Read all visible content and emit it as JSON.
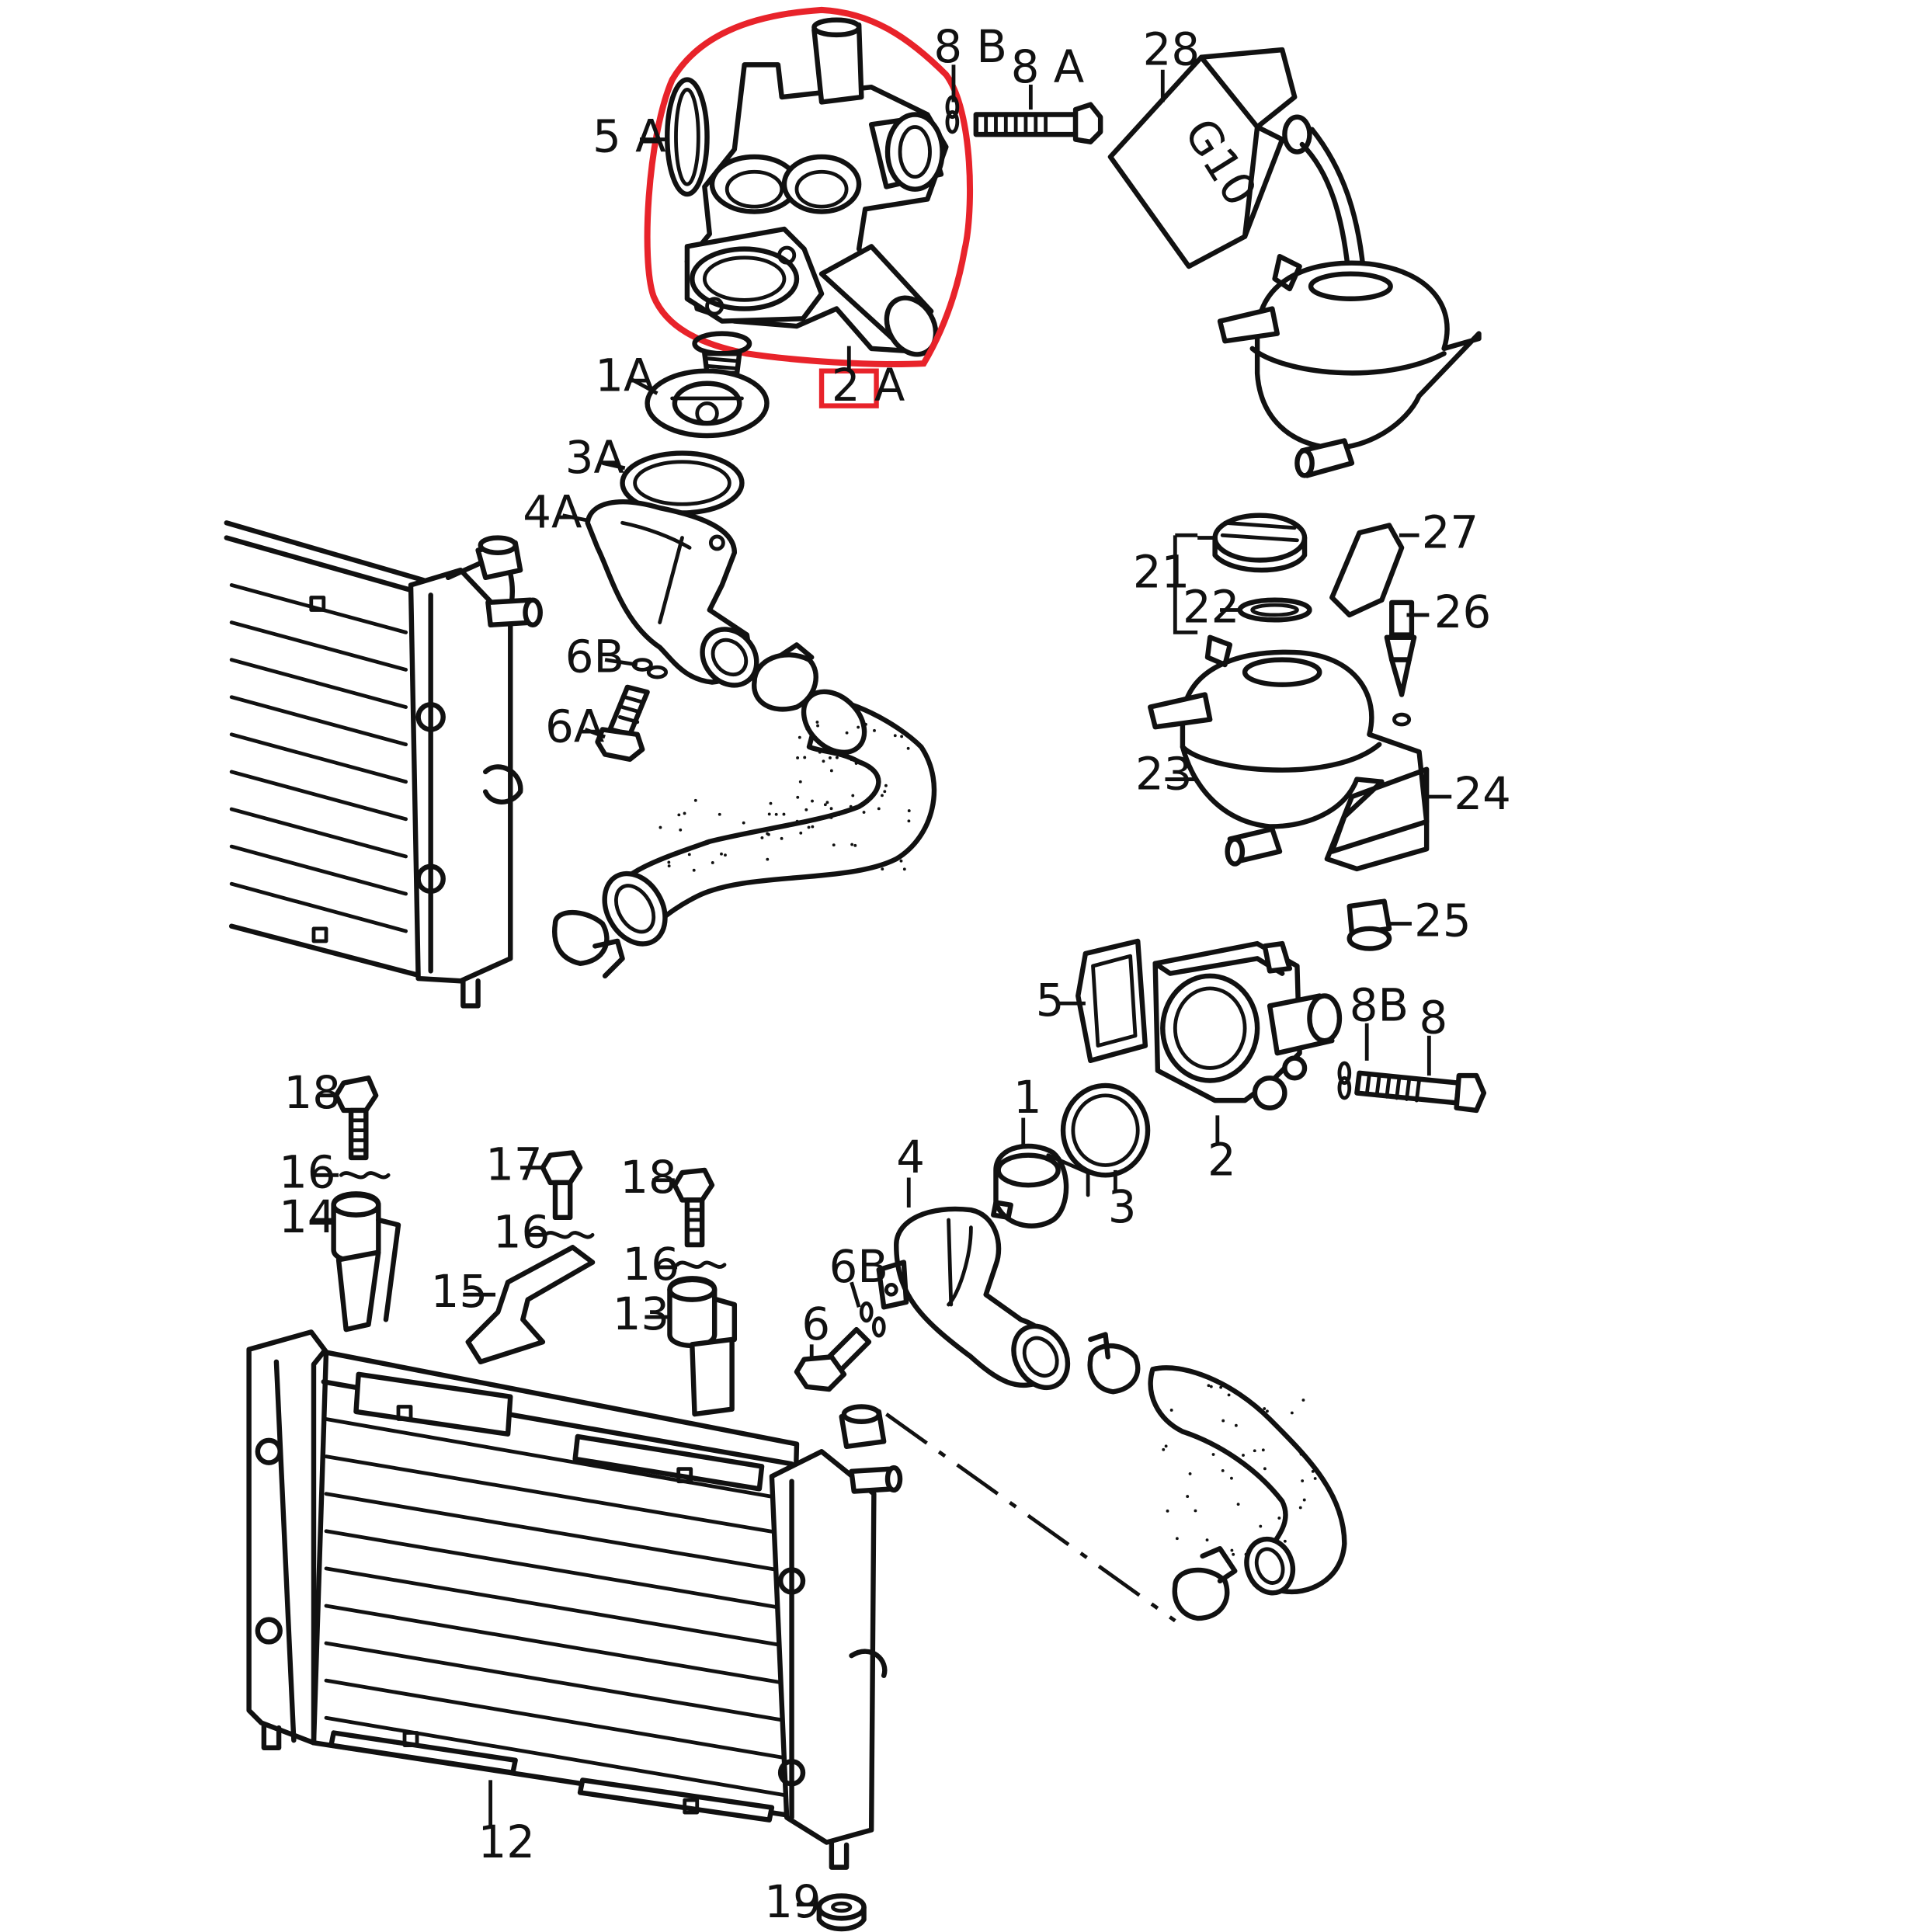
{
  "highlight_color": "#e8232a",
  "labels": {
    "2A": "2 A",
    "5A": "5 A",
    "8B_top": "8 B",
    "8A": "8 A",
    "28": "28",
    "1A": "1A",
    "3A": "3A",
    "4A": "4A",
    "6B_top": "6B",
    "6A": "6A",
    "21": "21",
    "22": "22",
    "23": "23",
    "24": "24",
    "25": "25",
    "26": "26",
    "27": "27",
    "5": "5",
    "8B_mid": "8B",
    "8": "8",
    "1": "1",
    "2": "2",
    "3": "3",
    "4": "4",
    "6B_bot": "6B",
    "6": "6",
    "18_left": "18",
    "16_left": "16",
    "14": "14",
    "17": "17",
    "16_mid": "16",
    "15": "15",
    "18_right": "18",
    "16_right": "16",
    "13": "13",
    "12": "12",
    "19": "19"
  },
  "canister_text": "G10"
}
